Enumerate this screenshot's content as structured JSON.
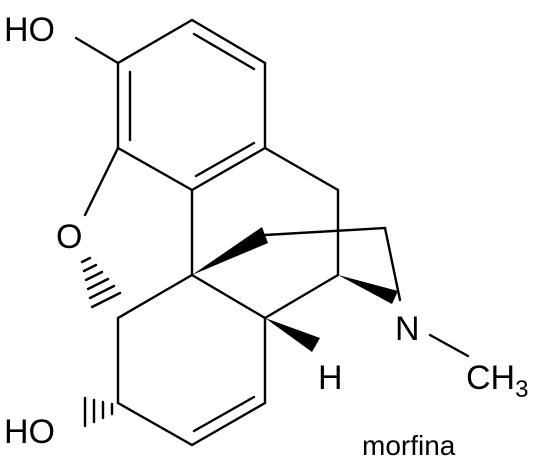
{
  "labels": {
    "oh_top": "HO",
    "oxygen": "O",
    "nitrogen": "N",
    "methyl_main": "CH",
    "methyl_sub": "3",
    "hydrogen": "H",
    "oh_bottom": "HO",
    "caption": "morfina"
  }
}
